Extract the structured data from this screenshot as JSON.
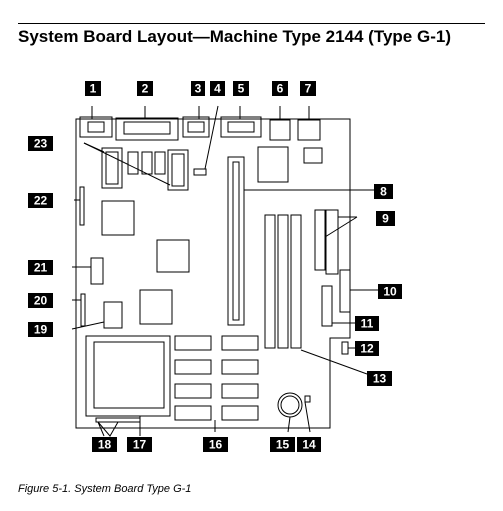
{
  "header": {
    "title": "System Board Layout—Machine Type 2144 (Type G-1)"
  },
  "figure": {
    "caption": "Figure   5-1. System Board Type G-1"
  },
  "callouts": {
    "c1": "1",
    "c2": "2",
    "c3": "3",
    "c4": "4",
    "c5": "5",
    "c6": "6",
    "c7": "7",
    "c8": "8",
    "c9": "9",
    "c10": "10",
    "c11": "11",
    "c12": "12",
    "c13": "13",
    "c14": "14",
    "c15": "15",
    "c16": "16",
    "c17": "17",
    "c18": "18",
    "c19": "19",
    "c20": "20",
    "c21": "21",
    "c22": "22",
    "c23": "23"
  }
}
